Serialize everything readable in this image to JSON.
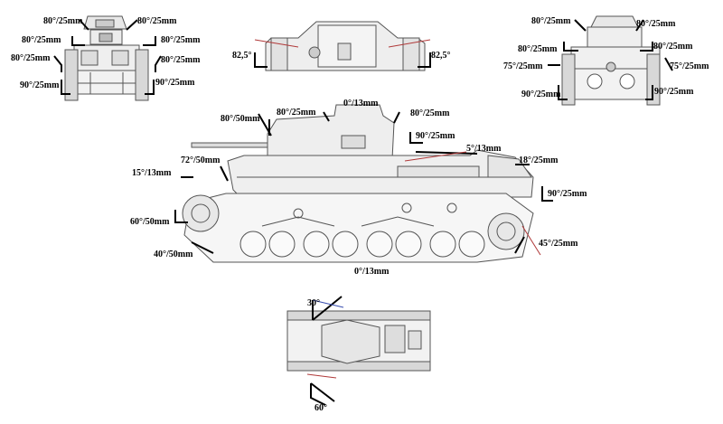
{
  "labels": {
    "front_left_turret": "80°/25mm",
    "front_right_turret": "80°/25mm",
    "front_left_mantlet": "80°/25mm",
    "front_right_mantlet": "80°/25mm",
    "front_left_upper": "80°/25mm",
    "front_right_upper": "80°/25mm",
    "front_left_lower": "90°/25mm",
    "front_right_lower": "90°/25mm",
    "top_left_angle": "82,5°",
    "top_right_angle": "82,5°",
    "rear_top_left": "80°/25mm",
    "rear_top_right": "80°/25mm",
    "rear_mid_left": "80°/25mm",
    "rear_mid_right": "80°/25mm",
    "rear_low_left": "75°/25mm",
    "rear_low_right": "75°/25mm",
    "rear_bottom_left": "90°/25mm",
    "rear_bottom_right": "90°/25mm",
    "side_mantlet": "80°/50mm",
    "side_turret_front": "80°/25mm",
    "side_turret_top": "0°/13mm",
    "side_turret_rear": "80°/25mm",
    "side_turret_back": "90°/25mm",
    "side_engine_deck": "5°/13mm",
    "side_rear_upper": "18°/25mm",
    "side_rear_plate": "90°/25mm",
    "side_glacis": "72°/50mm",
    "side_front_top": "15°/13mm",
    "side_nose": "60°/50mm",
    "side_lower_nose": "40°/50mm",
    "side_rear_lower": "45°/25mm",
    "side_belly": "0°/13mm",
    "plan_top_angle": "30°",
    "plan_bottom_angle": "60°"
  },
  "colors": {
    "ink": "#000000",
    "drawing": "#555555",
    "indicator_red": "#b03a3a",
    "indicator_blue": "#3a4fb0"
  }
}
